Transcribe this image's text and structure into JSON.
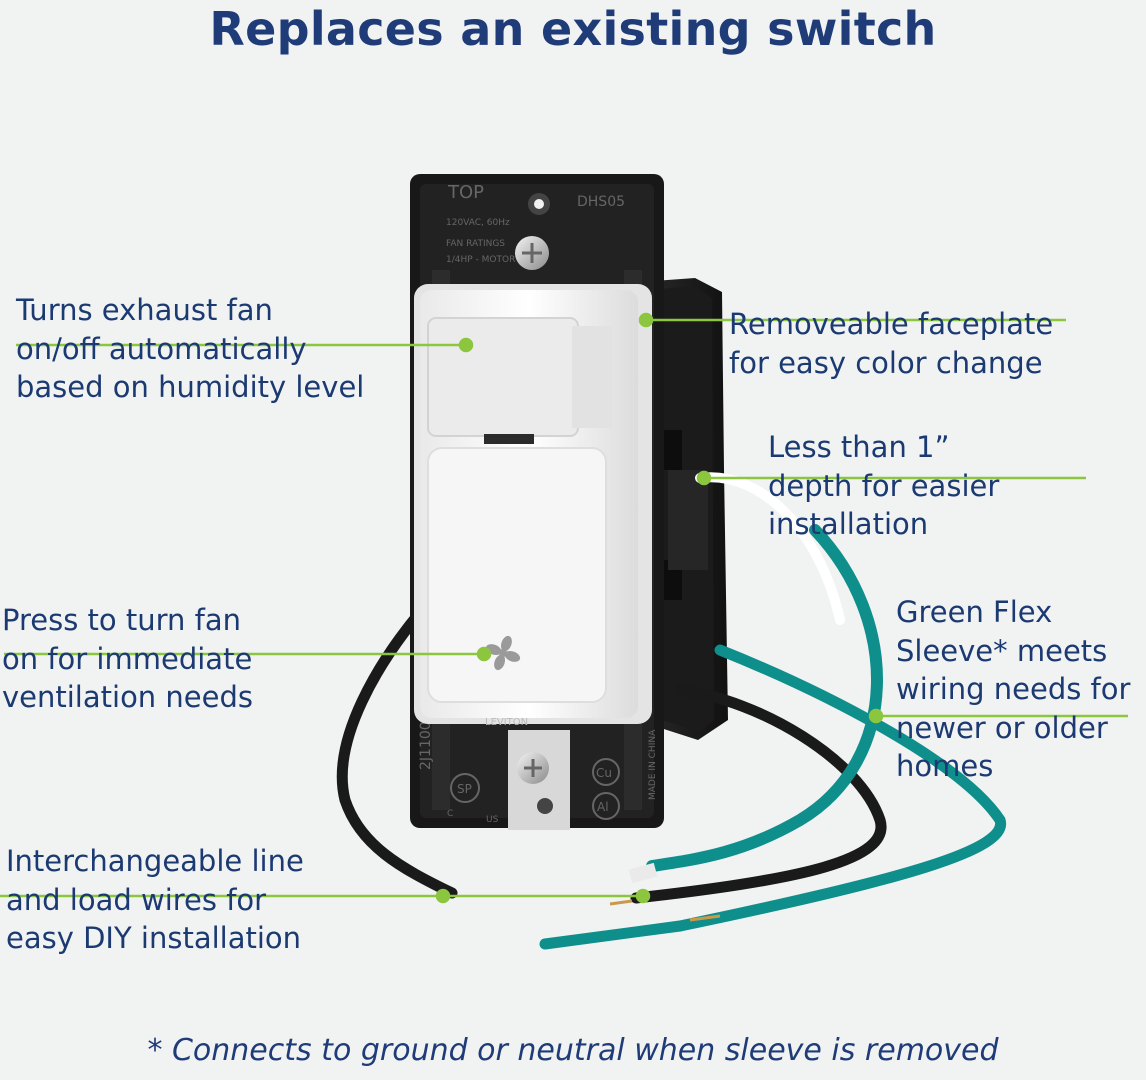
{
  "title": "Replaces an existing switch",
  "callouts": [
    {
      "id": "humidity",
      "lines": [
        "Turns exhaust fan",
        "on/off automatically",
        "based on humidity level"
      ]
    },
    {
      "id": "faceplate",
      "lines": [
        "Removeable faceplate",
        "for easy color change"
      ]
    },
    {
      "id": "depth",
      "lines": [
        "Less than 1”",
        "depth for easier",
        "installation"
      ]
    },
    {
      "id": "press",
      "lines": [
        "Press to turn fan",
        "on for immediate",
        "ventilation needs"
      ]
    },
    {
      "id": "sleeve",
      "lines": [
        "Green Flex",
        "Sleeve* meets",
        "wiring needs for",
        "newer or older",
        "homes"
      ]
    },
    {
      "id": "wires",
      "lines": [
        "Interchangeable line",
        "and load wires for",
        "easy DIY installation"
      ]
    }
  ],
  "footnote": "* Connects to ground or neutral when sleeve is removed",
  "device_labels": {
    "top": "TOP",
    "model": "DHS05",
    "rating_1": "120VAC, 60Hz",
    "rating_2": "FAN RATINGS",
    "rating_3": "1/4HP - MOTOR",
    "brand": "LEVITON",
    "code": "2J1100",
    "made_in": "MADE IN CHINA",
    "cu": "Cu",
    "al": "Al",
    "csa": "SP",
    "c": "C",
    "us": "US"
  },
  "icons": [
    "fan-icon"
  ],
  "colors": {
    "title": "#1f3c79",
    "text": "#1c3a72",
    "leader_line": "#8cc63f",
    "background": "#f1f2f2",
    "sleeve_wire": "#0f8f8c",
    "black_wire": "#1a1a1a"
  }
}
